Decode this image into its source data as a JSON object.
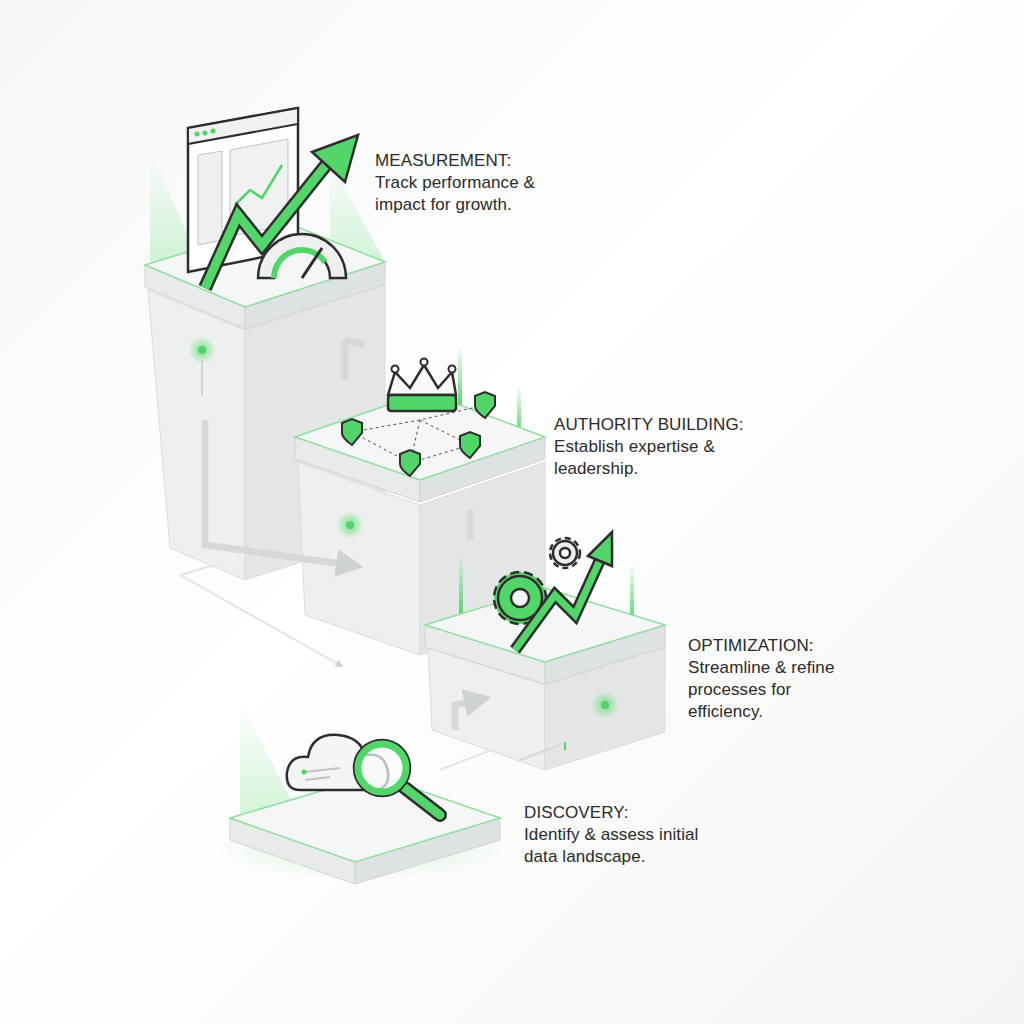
{
  "diagram": {
    "labels": [
      "MEASUREMENT:",
      "Track performance & impact for growth.",
      "AUTHORITY BUILDING:",
      "Establish expertise & leadership.",
      "OPTIMIZATION:",
      "Streamline & refine processes for efficiency.",
      "DISCOVERY:",
      "Identify & assess initial data landscape."
    ]
  }
}
